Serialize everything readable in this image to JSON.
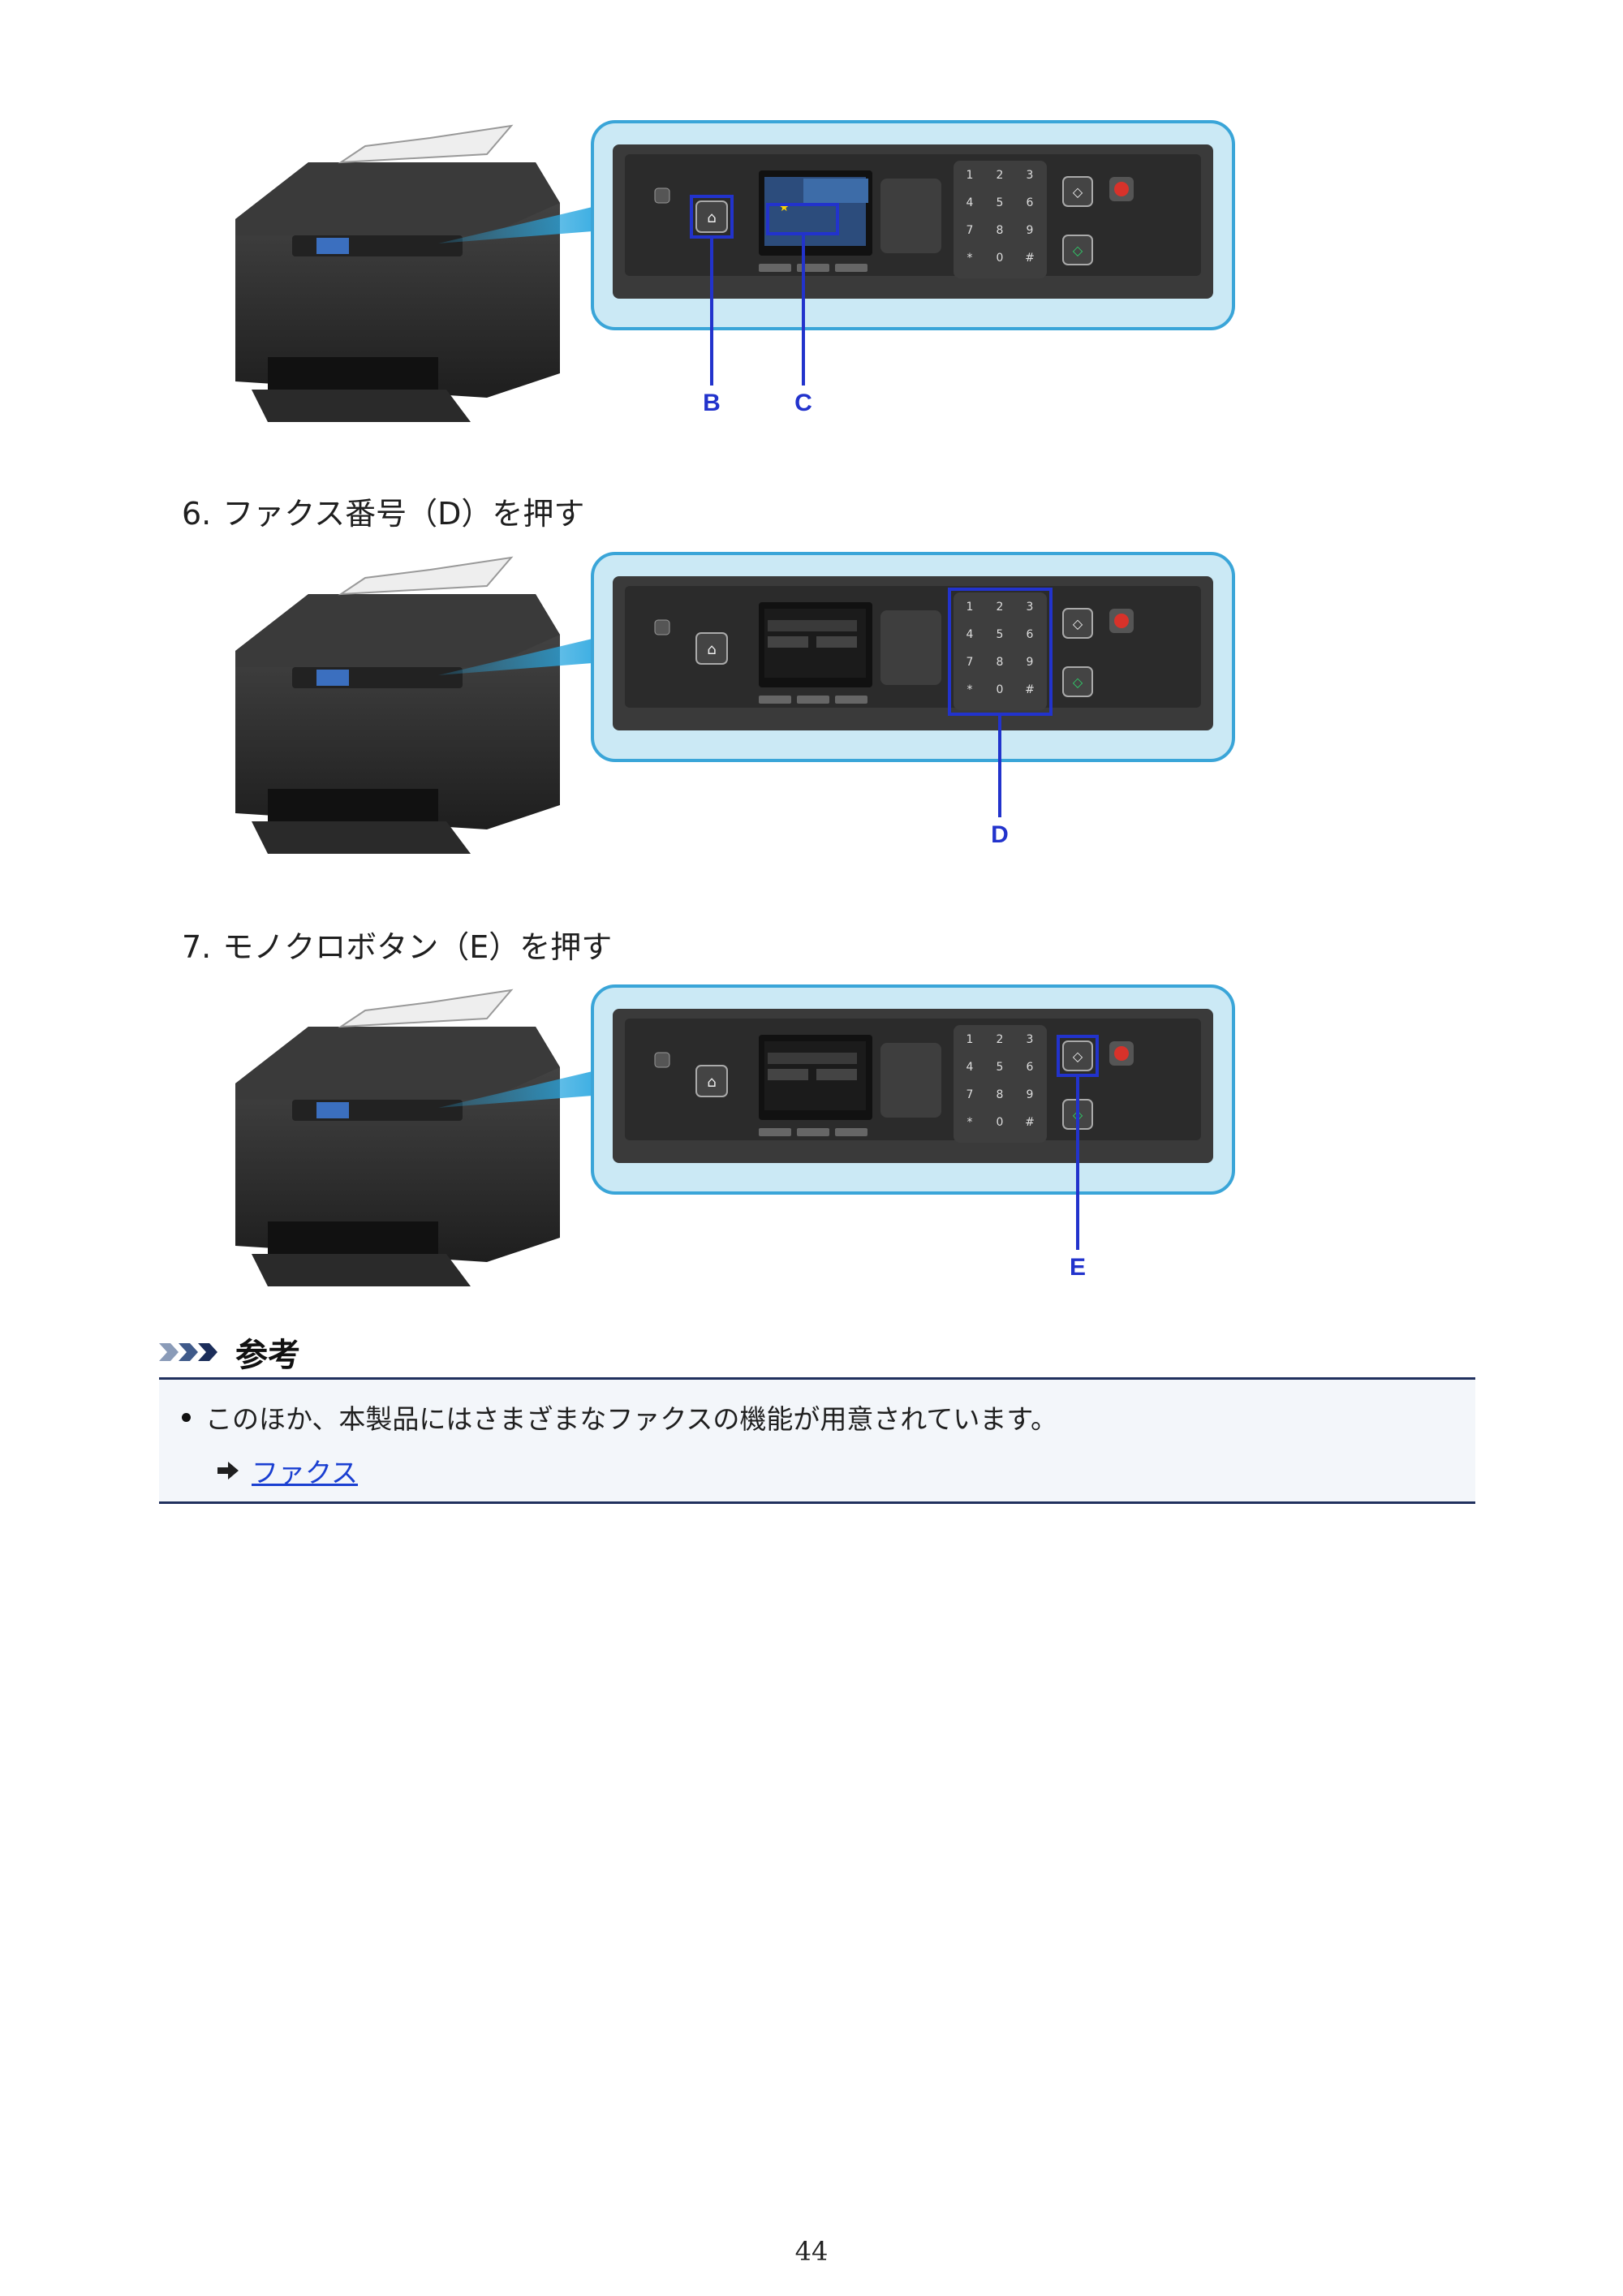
{
  "figures": [
    {
      "callouts": [
        "B",
        "C"
      ]
    },
    {
      "callouts": [
        "D"
      ]
    },
    {
      "callouts": [
        "E"
      ]
    }
  ],
  "steps": [
    {
      "number": "6.",
      "text": "ファクス番号（D）を押す"
    },
    {
      "number": "7.",
      "text": "モノクロボタン（E）を押す"
    }
  ],
  "note": {
    "title": "参考",
    "item_text": "このほか、本製品にはさまざまなファクスの機能が用意されています。",
    "link_text": "ファクス"
  },
  "keypad": [
    "1",
    "2",
    "3",
    "4",
    "5",
    "6",
    "7",
    "8",
    "9",
    "*",
    "0",
    "#"
  ],
  "page_number": "44",
  "colors": {
    "callout": "#2233cc",
    "note_border": "#20305e",
    "link": "#1a3fd1",
    "panel_glow": "#bfe3f3"
  }
}
